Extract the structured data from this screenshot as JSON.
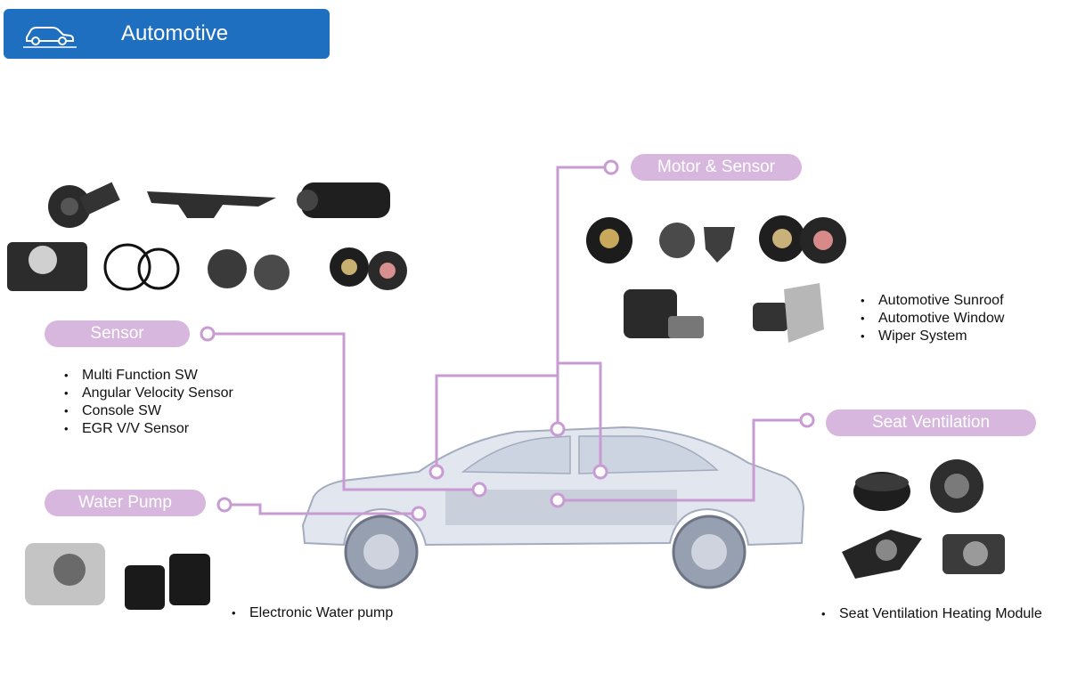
{
  "header": {
    "title": "Automotive",
    "icon": "car-icon"
  },
  "callouts": {
    "motor_sensor": {
      "label": "Motor & Sensor",
      "items": [
        "Automotive Sunroof",
        "Automotive Window",
        "Wiper System"
      ]
    },
    "sensor": {
      "label": "Sensor",
      "items": [
        "Multi Function SW",
        "Angular Velocity Sensor",
        "Console SW",
        "EGR V/V Sensor"
      ]
    },
    "water_pump": {
      "label": "Water Pump",
      "items": [
        "Electronic Water pump"
      ]
    },
    "seat_ventilation": {
      "label": "Seat Ventilation",
      "items": [
        "Seat Ventilation Heating Module"
      ]
    }
  },
  "colors": {
    "header_bg": "#1f6fc0",
    "pill_bg": "#d8b7df",
    "connector_line": "#c99bd3"
  }
}
